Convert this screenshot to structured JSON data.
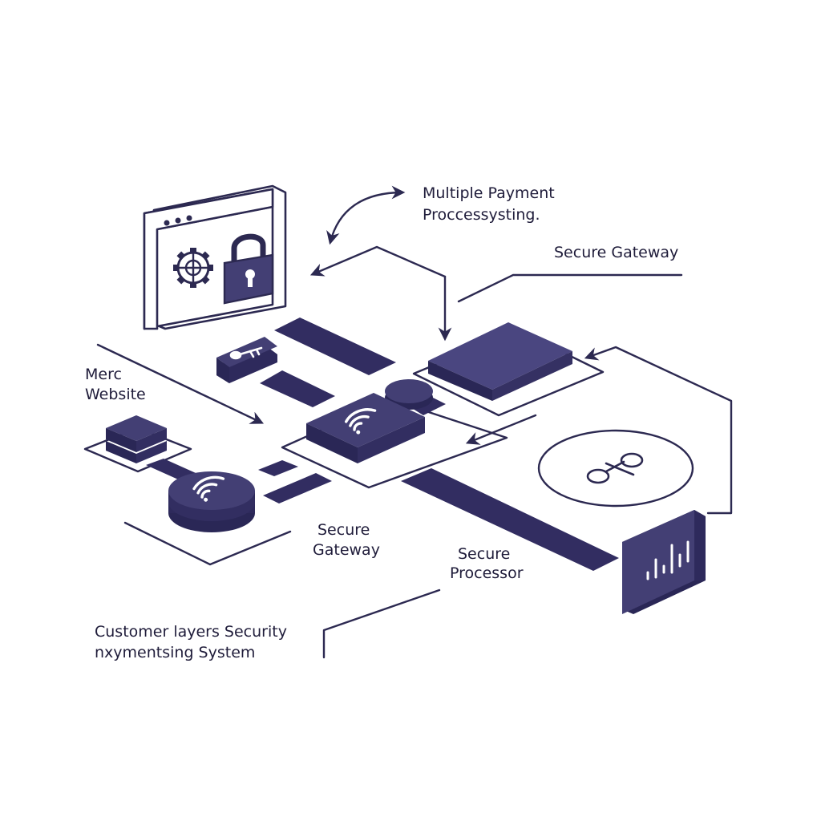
{
  "labels": {
    "multiple_payment_line1": "Multiple Payment",
    "multiple_payment_line2": "Proccessysting.",
    "secure_gateway_top": "Secure Gateway",
    "merc_line1": "Merc",
    "merc_line2": "Website",
    "secure_gateway_bottom_line1": "Secure",
    "secure_gateway_bottom_line2": "Gateway",
    "secure_processor_line1": "Secure",
    "secure_processor_line2": "Processor",
    "customer_line1": "Customer layers Security",
    "customer_line2": "nxymentsing  System"
  },
  "icons": {
    "browser": "browser-window-icon",
    "gear": "globe-gear-icon",
    "lock": "padlock-icon",
    "key": "key-icon",
    "wifi_a": "wireless-icon",
    "wifi_b": "wireless-icon",
    "scissors": "scissors-icon",
    "audio": "audio-wave-icon"
  },
  "colors": {
    "primary": "#433f74",
    "primary_dark": "#2a2756",
    "primary_side": "#2e2a5c",
    "line": "#2c2951",
    "text": "#1f1c3a",
    "background": "#ffffff"
  }
}
